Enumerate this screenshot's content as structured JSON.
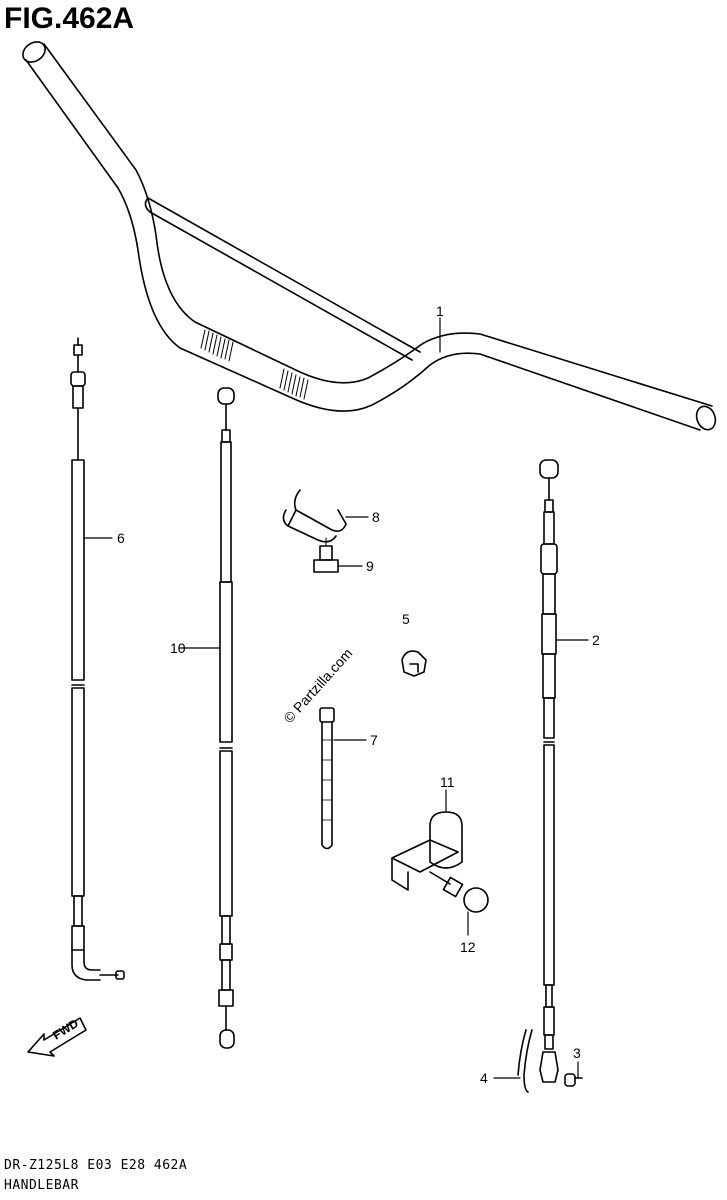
{
  "figure": {
    "title": "FIG.462A",
    "footer_model": "DR-Z125L8 E03 E28 462A",
    "footer_title": "HANDLEBAR",
    "watermark": "© Partzilla.com",
    "direction_label": "FWD"
  },
  "callouts": [
    {
      "id": "c1",
      "label": "1"
    },
    {
      "id": "c2",
      "label": "2"
    },
    {
      "id": "c3",
      "label": "3"
    },
    {
      "id": "c4",
      "label": "4"
    },
    {
      "id": "c5",
      "label": "5"
    },
    {
      "id": "c6",
      "label": "6"
    },
    {
      "id": "c7",
      "label": "7"
    },
    {
      "id": "c8",
      "label": "8"
    },
    {
      "id": "c9",
      "label": "9"
    },
    {
      "id": "c10",
      "label": "10"
    },
    {
      "id": "c11",
      "label": "11"
    },
    {
      "id": "c12",
      "label": "12"
    }
  ]
}
